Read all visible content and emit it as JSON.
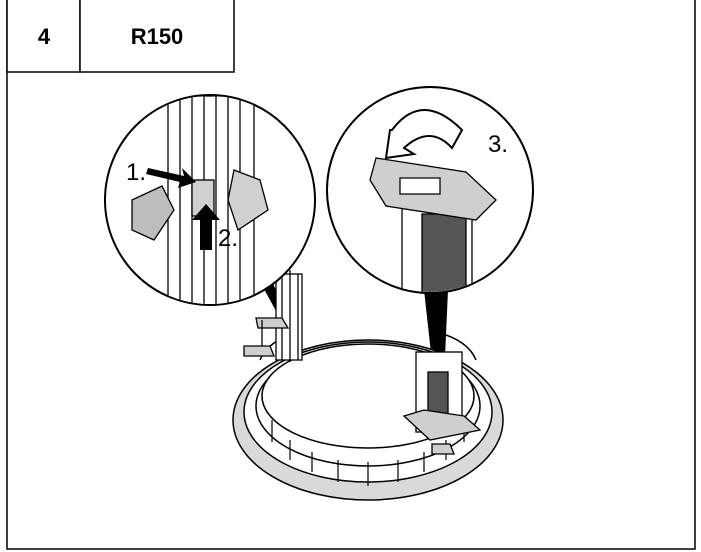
{
  "header": {
    "step_number": "4",
    "model": "R150"
  },
  "illustration": {
    "steps": [
      "1.",
      "2.",
      "3."
    ],
    "colors": {
      "line": "#000000",
      "part": "#d0d0d0",
      "dark": "#555555",
      "paper": "#ffffff"
    }
  }
}
